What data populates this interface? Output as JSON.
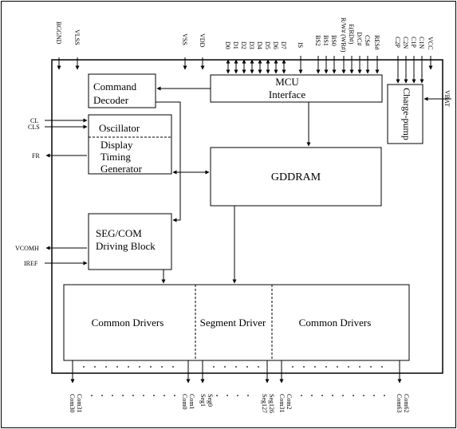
{
  "blocks": {
    "command_decoder": [
      "Command",
      "Decoder"
    ],
    "mcu_interface": [
      "MCU",
      "Interface"
    ],
    "charge_pump": "Charge-pump",
    "oscillator": "Oscillator",
    "display_timing_generator": [
      "Display",
      "Timing",
      "Generator"
    ],
    "gddram": "GDDRAM",
    "seg_com_driving_block": [
      "SEG/COM",
      "Driving Block"
    ],
    "common_drivers_left": "Common Drivers",
    "segment_driver": "Segment Driver",
    "common_drivers_right": "Common Drivers"
  },
  "top_pins": {
    "bggnd": "BGGND",
    "vlss": "VLSS",
    "vss": "VSS",
    "vdd": "VDD",
    "data_bus": [
      "D0",
      "D1",
      "D2",
      "D3",
      "D4",
      "D5",
      "D6",
      "D7"
    ],
    "control": [
      "IS",
      "BS2",
      "BS1",
      "BS0",
      "R/W# (WR#)",
      "E(RD#)",
      "D/C#",
      "CS#",
      "RES#"
    ],
    "charge_pump": [
      "C2P",
      "C2N",
      "C1P",
      "C1N"
    ],
    "vcc": "VCC"
  },
  "left_pins": {
    "cl": "CL",
    "cls": "CLS",
    "fr": "FR",
    "vcomh": "VCOMH",
    "iref": "IREF"
  },
  "right_pins": {
    "vbat": "VBAT"
  },
  "bottom_pins": [
    [
      "Com30",
      "Com31"
    ],
    [
      "Com0",
      "Com1"
    ],
    [
      "Seg1",
      "Seg0"
    ],
    [
      "Seg127",
      "Seg126"
    ],
    [
      "Com31",
      "Com2"
    ],
    [
      "Com63",
      "Com62"
    ]
  ]
}
